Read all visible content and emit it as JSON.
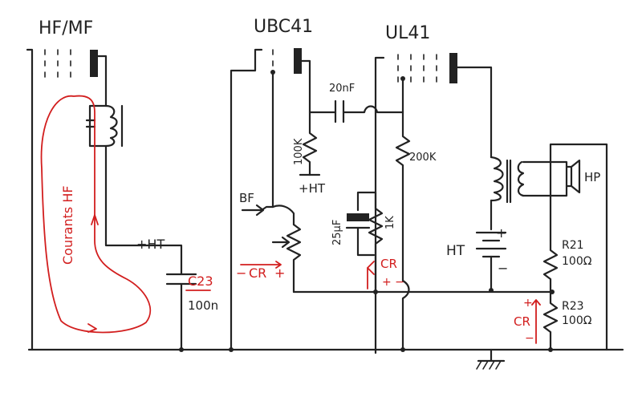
{
  "tubes": {
    "if": "HF/MF",
    "preamp": "UBC41",
    "power": "UL41"
  },
  "components": {
    "coupling_cap": "20nF",
    "plate_resistor": "100K",
    "grid_resistor": "200K",
    "cathode_cap": "25µF",
    "cathode_res": "1K",
    "c23_name": "C23",
    "c23_value": "100n",
    "r21_name": "R21",
    "r21_value": "100Ω",
    "r23_name": "R23",
    "r23_value": "100Ω",
    "speaker": "HP"
  },
  "labels": {
    "ht_if": "+HT",
    "ht_plate": "+HT",
    "ht_battery": "HT",
    "battery_plus": "+",
    "battery_minus": "−",
    "bf_input": "BF",
    "currents_hf": "Courants HF",
    "cr_left": "CR",
    "cr_left_minus": "−",
    "cr_left_plus": "+",
    "cr_mid": "CR",
    "cr_mid_sign": "+ −",
    "cr_right": "CR",
    "cr_right_plus": "+",
    "cr_right_minus": "−"
  },
  "colors": {
    "ink": "#222222",
    "annotation": "#d21e1e"
  }
}
